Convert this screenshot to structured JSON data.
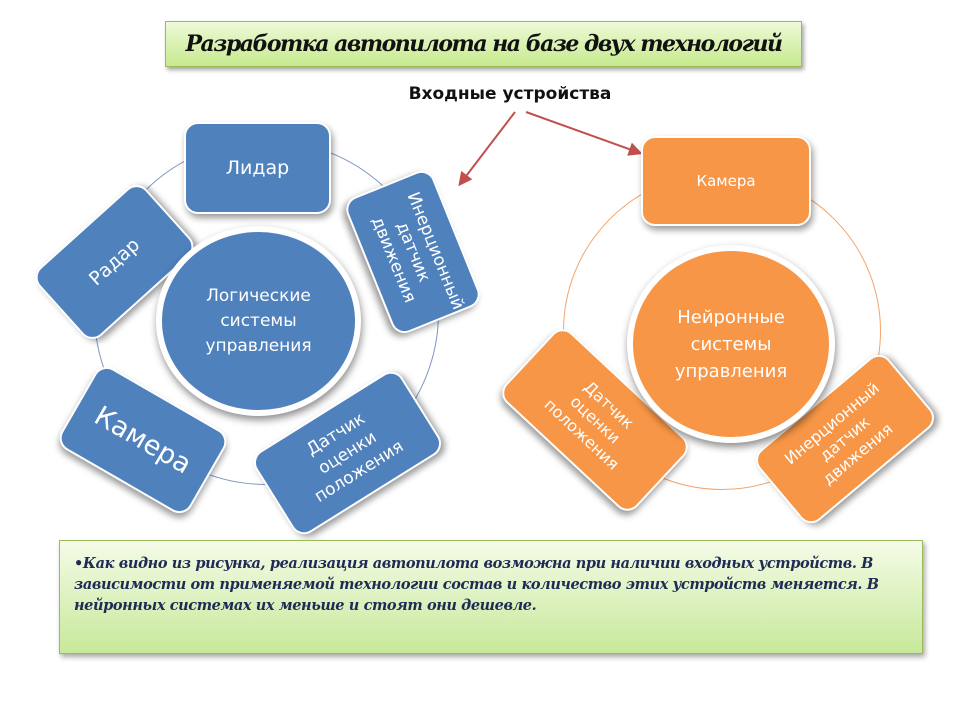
{
  "title": "Разработка автопилота на базе двух технологий",
  "subtitle": "Входные устройства",
  "colors": {
    "blue": "#4f81bd",
    "orange": "#f79646",
    "green_box": "#c6ea8d",
    "arrow": "#c0504d"
  },
  "left_diagram": {
    "hub": "Логические системы управления",
    "items": [
      "Лидар",
      "Инерционный датчик движения",
      "Датчик оценки положения",
      "Камера",
      "Радар"
    ]
  },
  "right_diagram": {
    "hub": "Нейронные системы управления",
    "items": [
      "Камера",
      "Инерционный датчик движения",
      "Датчик оценки положения"
    ]
  },
  "conclusion": "•Как видно из рисунка, реализация автопилота возможна при наличии входных устройств. В зависимости от применяемой технологии состав и количество этих устройств меняется. В нейронных системах их меньше и стоят они дешевле."
}
